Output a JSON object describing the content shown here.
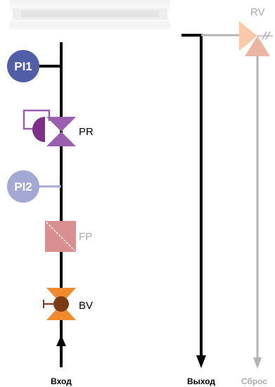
{
  "components": {
    "pi1": {
      "label": "PI1",
      "color": "#4f5ea7"
    },
    "pr": {
      "label": "PR",
      "color": "#9b5fb0",
      "actuator_color": "#7d2f8a"
    },
    "pi2": {
      "label": "PI2",
      "color": "#a4a8d4"
    },
    "fp": {
      "label": "FP",
      "color": "#d98f8f"
    },
    "bv": {
      "label": "BV",
      "color": "#f08a2c",
      "handle_color": "#7a3b16"
    },
    "rv": {
      "label": "RV",
      "color": "#f9c9a8",
      "tail_color": "#eab6a3"
    }
  },
  "ports": {
    "inlet": "Вход",
    "outlet": "Выход",
    "relief": "Сброс"
  },
  "colors": {
    "main_line": "#000000",
    "relief_line": "#b3b3b3",
    "label_gray": "#aaaaaa"
  }
}
